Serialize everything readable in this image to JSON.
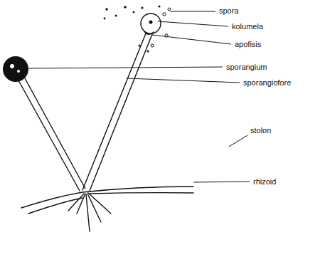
{
  "diagram": {
    "labels": [
      "spora",
      "kolumela",
      "apofisis",
      "sporangium",
      "sporangiofore",
      "stolon",
      "rhizoid"
    ]
  }
}
